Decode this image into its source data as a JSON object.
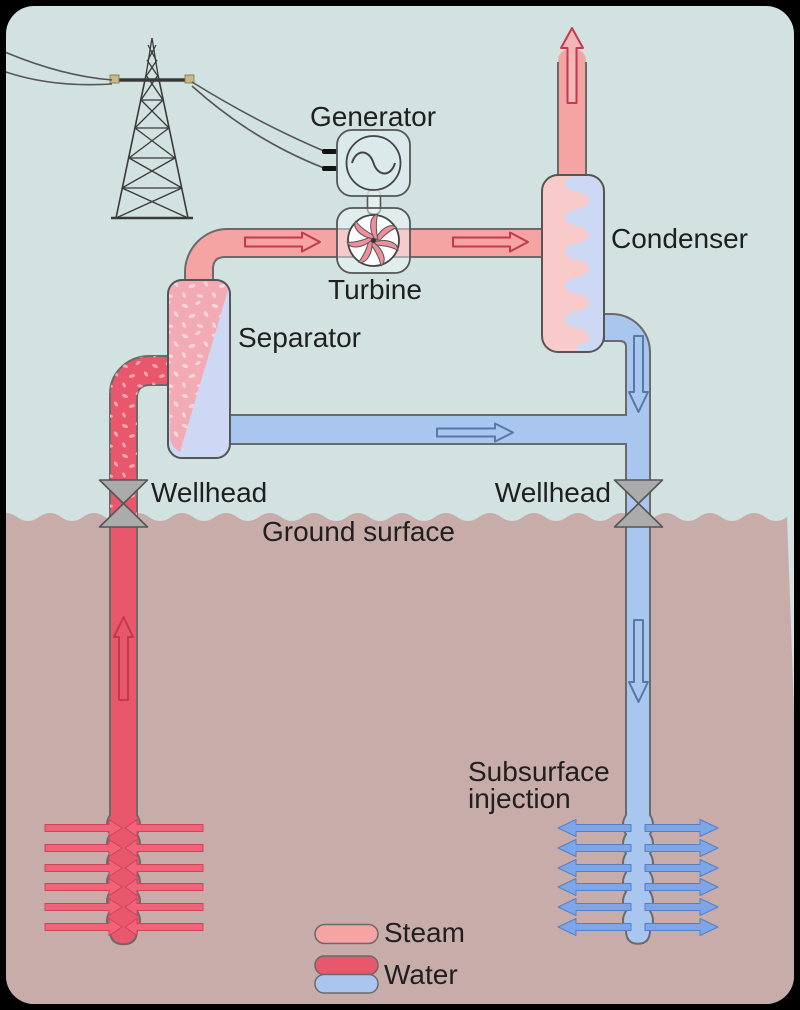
{
  "labels": {
    "generator": "Generator",
    "turbine": "Turbine",
    "condenser": "Condenser",
    "separator": "Separator",
    "wellhead_left": "Wellhead",
    "wellhead_right": "Wellhead",
    "ground_surface": "Ground surface",
    "subsurface_line1": "Subsurface",
    "subsurface_line2": "injection"
  },
  "legend": {
    "steam_label": "Steam",
    "water_label": "Water",
    "steam_color": "#f5a3a3",
    "water_hot_color": "#e8576c",
    "water_cold_color": "#a9c6ef"
  },
  "colors": {
    "sky": "#d1e2e1",
    "ground": "#c8acaa",
    "steam_pipe": "#f5a3a3",
    "hot_water_pipe": "#e8576c",
    "cold_water_pipe": "#a9c6ef",
    "valve": "#ababab",
    "red_arrow_outline": "#c23a50",
    "blue_arrow_outline": "#5878a8",
    "red_arrow_solid": "#f2637a",
    "blue_arrow_solid": "#7da6e8"
  }
}
